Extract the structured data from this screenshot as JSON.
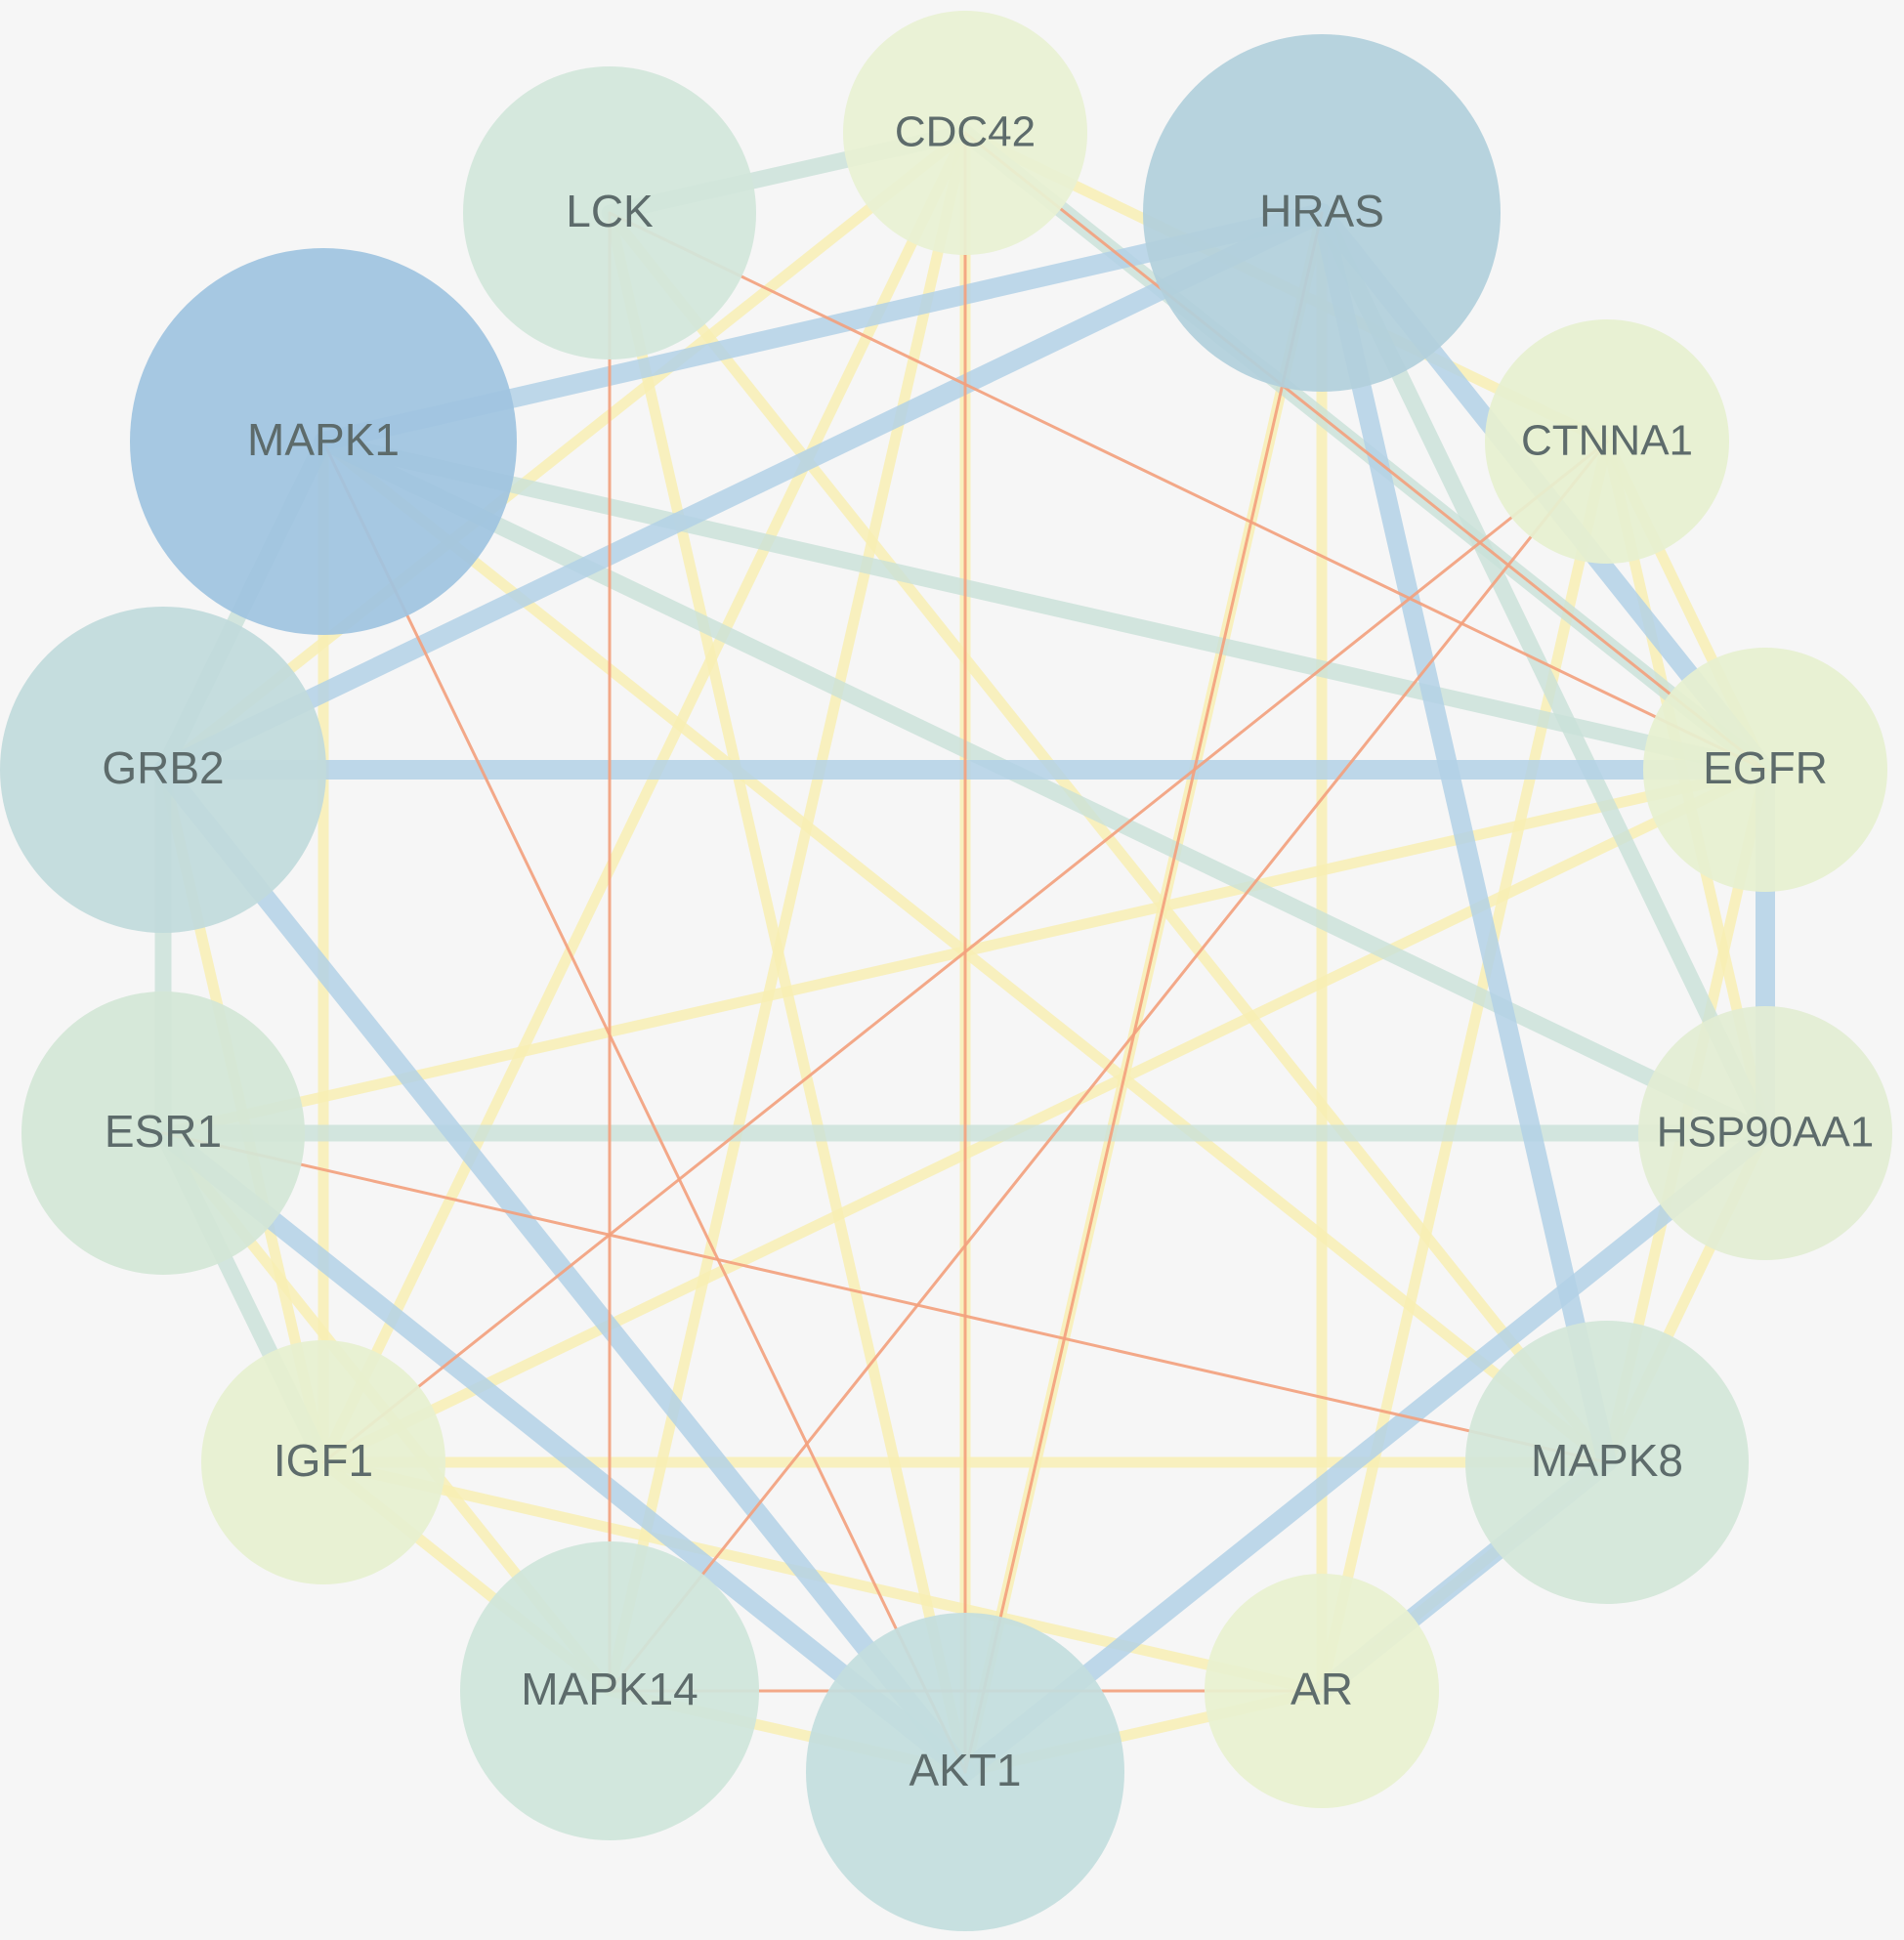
{
  "nodes": [
    {
      "id": "MAPK1",
      "label": "MAPK1",
      "color": "#9fc4e0"
    },
    {
      "id": "LCK",
      "label": "LCK",
      "color": "#d2e6da"
    },
    {
      "id": "CDC42",
      "label": "CDC42",
      "color": "#e8f1d3"
    },
    {
      "id": "HRAS",
      "label": "HRAS",
      "color": "#b1d0db"
    },
    {
      "id": "CTNNA1",
      "label": "CTNNA1",
      "color": "#e6f0d0"
    },
    {
      "id": "EGFR",
      "label": "EGFR",
      "color": "#e6f0d0"
    },
    {
      "id": "HSP90AA1",
      "label": "HSP90AA1",
      "color": "#e2edd3"
    },
    {
      "id": "MAPK8",
      "label": "MAPK8",
      "color": "#d3e6d8"
    },
    {
      "id": "AR",
      "label": "AR",
      "color": "#e8f1d0"
    },
    {
      "id": "AKT1",
      "label": "AKT1",
      "color": "#c3dede"
    },
    {
      "id": "MAPK14",
      "label": "MAPK14",
      "color": "#cfe5da"
    },
    {
      "id": "IGF1",
      "label": "IGF1",
      "color": "#e6f0d0"
    },
    {
      "id": "ESR1",
      "label": "ESR1",
      "color": "#d3e6d6"
    },
    {
      "id": "GRB2",
      "label": "GRB2",
      "color": "#c1dadb"
    }
  ],
  "edge_colors": {
    "blue": "#b3d1e6",
    "green": "#c9e1d8",
    "yellow": "#f8efb4",
    "orange": "#f3a07c"
  },
  "edges": [
    {
      "source": "GRB2",
      "target": "EGFR",
      "type": "blue"
    },
    {
      "source": "HRAS",
      "target": "MAPK8",
      "type": "blue"
    },
    {
      "source": "HRAS",
      "target": "EGFR",
      "type": "blue"
    },
    {
      "source": "HRAS",
      "target": "GRB2",
      "type": "blue"
    },
    {
      "source": "HRAS",
      "target": "MAPK1",
      "type": "blue"
    },
    {
      "source": "GRB2",
      "target": "AKT1",
      "type": "blue"
    },
    {
      "source": "ESR1",
      "target": "AKT1",
      "type": "blue"
    },
    {
      "source": "EGFR",
      "target": "HSP90AA1",
      "type": "blue"
    },
    {
      "source": "HSP90AA1",
      "target": "AKT1",
      "type": "blue"
    },
    {
      "source": "MAPK8",
      "target": "AR",
      "type": "blue"
    },
    {
      "source": "ESR1",
      "target": "HSP90AA1",
      "type": "green"
    },
    {
      "source": "MAPK1",
      "target": "HSP90AA1",
      "type": "green"
    },
    {
      "source": "MAPK1",
      "target": "EGFR",
      "type": "green"
    },
    {
      "source": "LCK",
      "target": "CDC42",
      "type": "green"
    },
    {
      "source": "CDC42",
      "target": "EGFR",
      "type": "green"
    },
    {
      "source": "HRAS",
      "target": "HSP90AA1",
      "type": "green"
    },
    {
      "source": "GRB2",
      "target": "MAPK1",
      "type": "green"
    },
    {
      "source": "GRB2",
      "target": "ESR1",
      "type": "green"
    },
    {
      "source": "ESR1",
      "target": "IGF1",
      "type": "green"
    },
    {
      "source": "IGF1",
      "target": "MAPK14",
      "type": "yellow"
    },
    {
      "source": "MAPK14",
      "target": "AKT1",
      "type": "yellow"
    },
    {
      "source": "AKT1",
      "target": "AR",
      "type": "yellow"
    },
    {
      "source": "AR",
      "target": "MAPK8",
      "type": "yellow"
    },
    {
      "source": "MAPK8",
      "target": "HSP90AA1",
      "type": "yellow"
    },
    {
      "source": "HSP90AA1",
      "target": "CTNNA1",
      "type": "yellow"
    },
    {
      "source": "CTNNA1",
      "target": "EGFR",
      "type": "yellow"
    },
    {
      "source": "LCK",
      "target": "MAPK8",
      "type": "yellow"
    },
    {
      "source": "LCK",
      "target": "AKT1",
      "type": "yellow"
    },
    {
      "source": "CDC42",
      "target": "AKT1",
      "type": "yellow"
    },
    {
      "source": "CDC42",
      "target": "IGF1",
      "type": "yellow"
    },
    {
      "source": "CDC42",
      "target": "MAPK14",
      "type": "yellow"
    },
    {
      "source": "CDC42",
      "target": "GRB2",
      "type": "yellow"
    },
    {
      "source": "EGFR",
      "target": "ESR1",
      "type": "yellow"
    },
    {
      "source": "EGFR",
      "target": "IGF1",
      "type": "yellow"
    },
    {
      "source": "EGFR",
      "target": "MAPK8",
      "type": "yellow"
    },
    {
      "source": "MAPK1",
      "target": "IGF1",
      "type": "yellow"
    },
    {
      "source": "MAPK1",
      "target": "MAPK8",
      "type": "yellow"
    },
    {
      "source": "GRB2",
      "target": "IGF1",
      "type": "yellow"
    },
    {
      "source": "ESR1",
      "target": "MAPK14",
      "type": "yellow"
    },
    {
      "source": "HRAS",
      "target": "AR",
      "type": "yellow"
    },
    {
      "source": "HRAS",
      "target": "AKT1",
      "type": "yellow"
    },
    {
      "source": "CTNNA1",
      "target": "AR",
      "type": "yellow"
    },
    {
      "source": "IGF1",
      "target": "AR",
      "type": "yellow"
    },
    {
      "source": "IGF1",
      "target": "MAPK8",
      "type": "yellow"
    },
    {
      "source": "CDC42",
      "target": "CTNNA1",
      "type": "yellow"
    },
    {
      "source": "MAPK1",
      "target": "AKT1",
      "type": "orange"
    },
    {
      "source": "HRAS",
      "target": "AKT1",
      "type": "orange"
    },
    {
      "source": "CTNNA1",
      "target": "IGF1",
      "type": "orange"
    },
    {
      "source": "CTNNA1",
      "target": "MAPK14",
      "type": "orange"
    },
    {
      "source": "ESR1",
      "target": "MAPK8",
      "type": "orange"
    },
    {
      "source": "LCK",
      "target": "EGFR",
      "type": "orange"
    },
    {
      "source": "CDC42",
      "target": "EGFR",
      "type": "orange"
    },
    {
      "source": "LCK",
      "target": "MAPK14",
      "type": "orange"
    },
    {
      "source": "CDC42",
      "target": "AKT1",
      "type": "orange"
    },
    {
      "source": "MAPK14",
      "target": "AR",
      "type": "orange"
    }
  ]
}
